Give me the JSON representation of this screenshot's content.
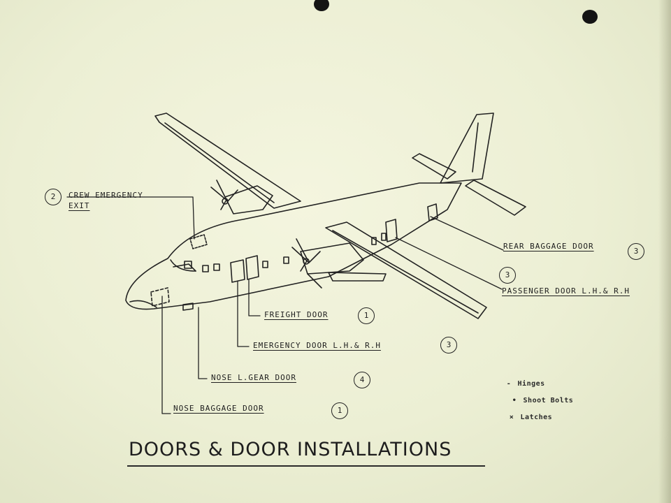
{
  "title": "DOORS & DOOR   INSTALLATIONS",
  "callouts": {
    "crew_exit": {
      "line1": "CREW EMERGENCY",
      "line2": "EXIT",
      "number": "2"
    },
    "rear_baggage": {
      "label": "REAR BAGGAGE DOOR",
      "number": "3"
    },
    "passenger": {
      "label": "PASSENGER DOOR L.H.& R.H",
      "number": "3"
    },
    "freight": {
      "label": "FREIGHT DOOR",
      "number": "1"
    },
    "emergency": {
      "label": "EMERGENCY DOOR L.H.& R.H",
      "number": "3"
    },
    "nose_gear": {
      "label": "NOSE L.GEAR DOOR",
      "number": "4"
    },
    "nose_baggage": {
      "label": "NOSE BAGGAGE DOOR",
      "number": "1"
    }
  },
  "legend": [
    {
      "mark": "-",
      "label": "Hinges"
    },
    {
      "mark": "•",
      "label": "Shoot Bolts"
    },
    {
      "mark": "×",
      "label": "Latches"
    }
  ]
}
